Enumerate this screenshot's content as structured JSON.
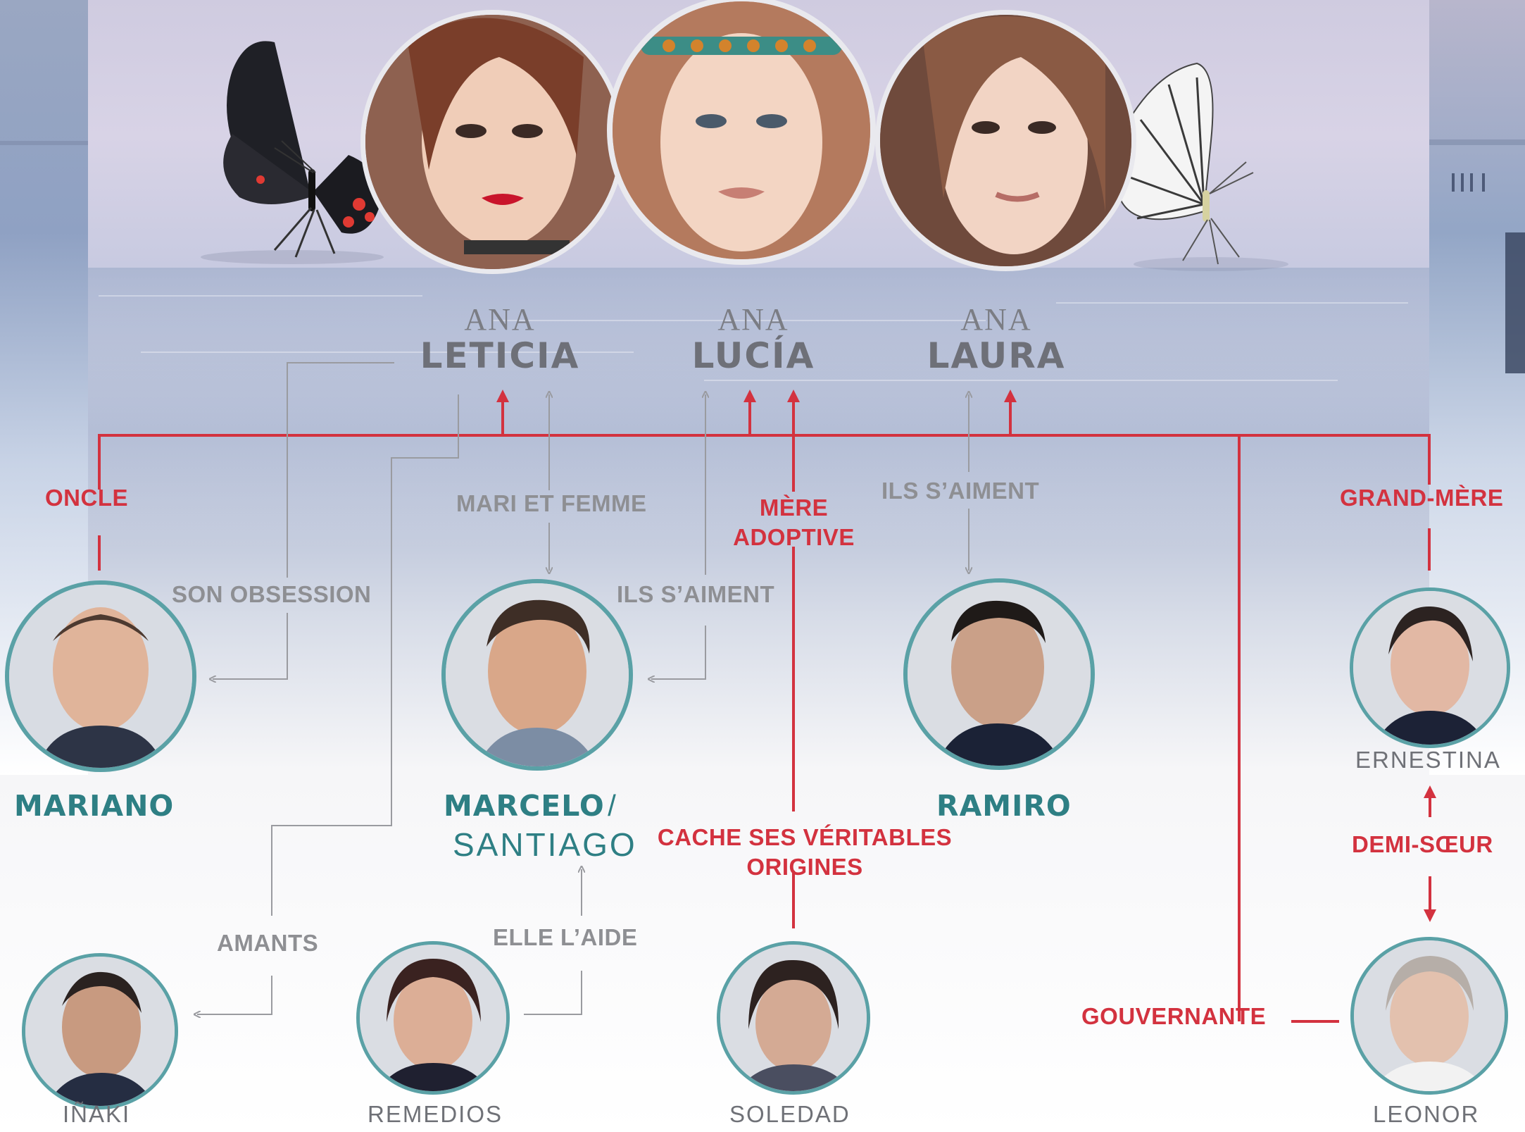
{
  "main_characters": [
    {
      "id": "leticia",
      "prefix": "ANA",
      "name": "LETICIA"
    },
    {
      "id": "lucia",
      "prefix": "ANA",
      "name": "LUCÍA"
    },
    {
      "id": "laura",
      "prefix": "ANA",
      "name": "LAURA"
    }
  ],
  "people": {
    "mariano": "MARIANO",
    "marcelo": "MARCELO",
    "marcelo_sep": "/",
    "santiago": "SANTIAGO",
    "ramiro": "RAMIRO",
    "ernestina": "ERNESTINA",
    "inaki": "IÑAKI",
    "remedios": "REMEDIOS",
    "soledad": "SOLEDAD",
    "leonor": "LEONOR"
  },
  "relations": {
    "oncle": "ONCLE",
    "son_obsession": "SON OBSESSION",
    "mari_et_femme": "MARI ET FEMME",
    "ils_saiment_1": "ILS S’AIMENT",
    "mere_adoptive_1": "MÈRE",
    "mere_adoptive_2": "ADOPTIVE",
    "ils_saiment_2": "ILS S’AIMENT",
    "grand_mere": "GRAND-MÈRE",
    "cache_1": "CACHE SES VÉRITABLES",
    "cache_2": "ORIGINES",
    "demi_soeur": "DEMI-SŒUR",
    "amants": "AMANTS",
    "elle_laide": "ELLE L’AIDE",
    "gouvernante": "GOUVERNANTE"
  },
  "colors": {
    "relation_red": "#d3323f",
    "relation_grey": "#8e8f93",
    "name_teal": "#2e7f84",
    "portrait_border": "#5aa1a6"
  }
}
